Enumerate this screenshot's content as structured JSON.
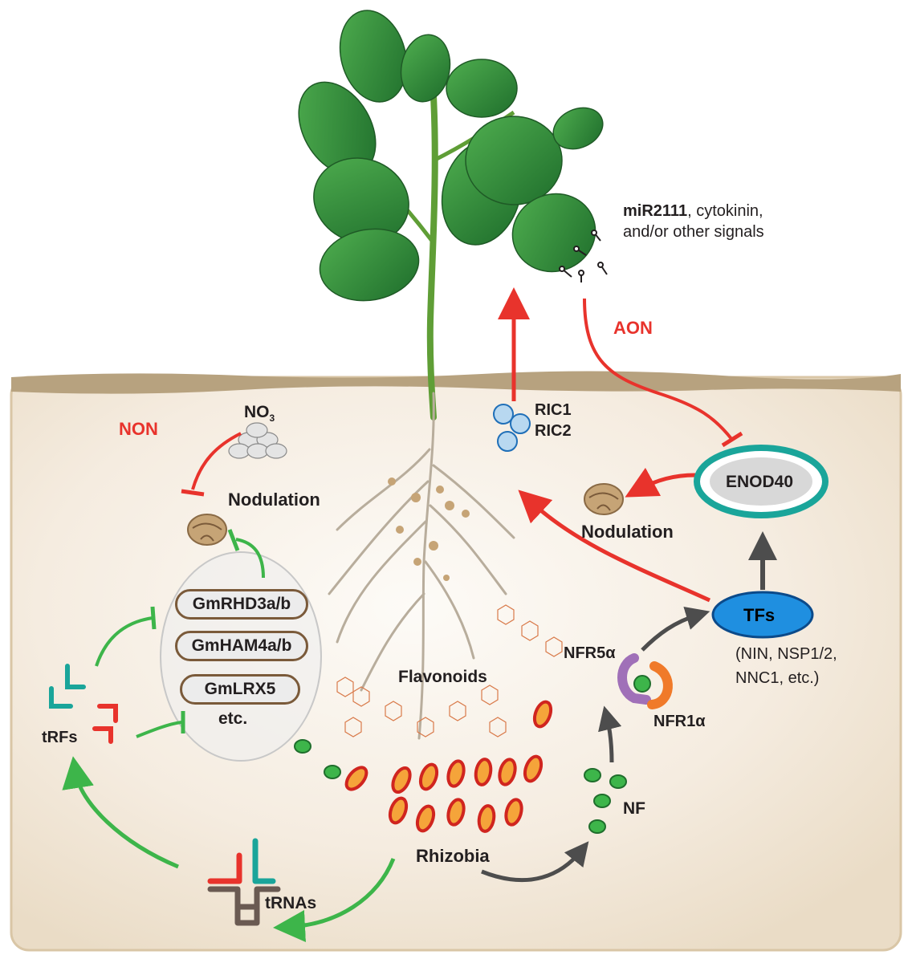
{
  "signals": {
    "mirna": "miR2111",
    "rest_line1": ", cytokinin,",
    "rest_line2": "and/or other signals"
  },
  "aon": "AON",
  "non": "NON",
  "no3": {
    "base": "NO",
    "subscript": "3"
  },
  "ric": [
    "RIC1",
    "RIC2"
  ],
  "enod40": "ENOD40",
  "nodulation_left": "Nodulation",
  "nodulation_right": "Nodulation",
  "genes": [
    "GmRHD3a/b",
    "GmHAM4a/b",
    "GmLRX5"
  ],
  "genes_etc": "etc.",
  "trfs": "tRFs",
  "trnas": "tRNAs",
  "flavonoids": "Flavonoids",
  "rhizobia": "Rhizobia",
  "nf": "NF",
  "nfr5": "NFR5α",
  "nfr1": "NFR1α",
  "tfs": "TFs",
  "tf_list": [
    "(NIN, NSP1/2,",
    "NNC1, etc.)"
  ],
  "colors": {
    "inhibit_red": "#e8332c",
    "promote_green": "#3db54a",
    "signal_gray": "#4d4d4d",
    "leaf_green": "#2e8b3a",
    "soil": "#f0e6d6"
  }
}
